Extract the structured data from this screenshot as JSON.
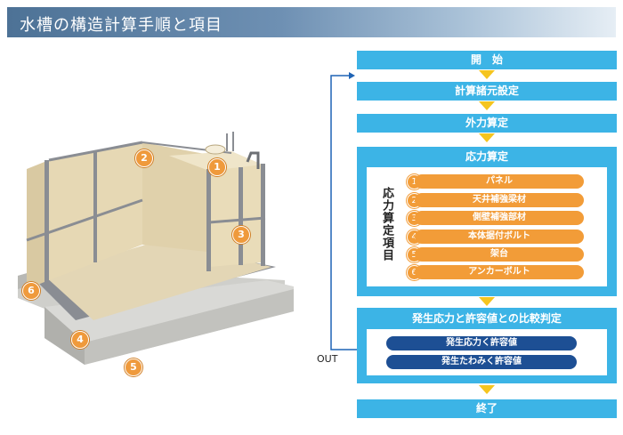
{
  "title": "水槽の構造計算手順と項目",
  "tank_badges": [
    "1",
    "2",
    "3",
    "4",
    "5",
    "6"
  ],
  "flow": {
    "start": "開　始",
    "specs": "計算諸元設定",
    "external": "外力算定",
    "stress": {
      "header": "応力算定",
      "side_label": "応力算定項目",
      "items": [
        {
          "num": "1",
          "label": "パネル"
        },
        {
          "num": "2",
          "label": "天井補強梁材"
        },
        {
          "num": "3",
          "label": "側壁補強部材"
        },
        {
          "num": "4",
          "label": "本体据付ボルト"
        },
        {
          "num": "5",
          "label": "架台"
        },
        {
          "num": "6",
          "label": "アンカーボルト"
        }
      ]
    },
    "compare": {
      "header": "発生応力と許容値との比較判定",
      "conditions": [
        "発生応力く許容値",
        "発生たわみく許容値"
      ]
    },
    "out_label": "OUT",
    "end": "終了"
  },
  "colors": {
    "step": "#3cb4e6",
    "arrow": "#f5c51f",
    "item": "#f29c38",
    "condition": "#1d4f94"
  }
}
